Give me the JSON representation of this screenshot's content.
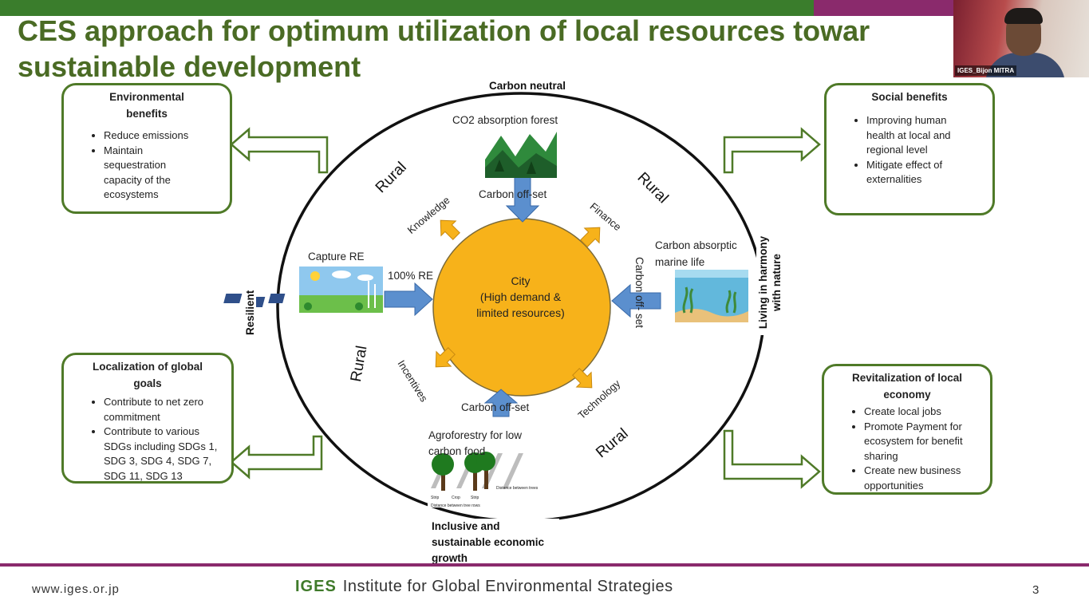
{
  "title": "CES approach for optimum utilization of local resources towar sustainable development",
  "video": {
    "participant_name": "IGES_Bijon MITRA"
  },
  "boxes": {
    "env": {
      "title": "Environmental benefits",
      "items": [
        "Reduce emissions",
        "Maintain sequestration capacity of the ecosystems"
      ]
    },
    "social": {
      "title": "Social benefits",
      "items": [
        "Improving human health at local and regional level",
        "Mitigate effect of externalities"
      ]
    },
    "local": {
      "title": "Localization of global goals",
      "items": [
        "Contribute to net zero commitment",
        "Contribute to various SDGs including SDGs 1, SDG 3, SDG 4, SDG 7, SDG 11, SDG 13"
      ]
    },
    "revital": {
      "title": "Revitalization of local economy",
      "items": [
        "Create local jobs",
        "Promote Payment for ecosystem for benefit sharing",
        "Create new business opportunities"
      ]
    }
  },
  "ring": {
    "top": "Carbon neutral",
    "left": "Resilient",
    "right": "Living in harmony with nature",
    "bottom": "Inclusive and sustainable economic growth"
  },
  "rural": [
    "Rural",
    "Rural",
    "Rural",
    "Rural"
  ],
  "city": {
    "line1": "City",
    "line2": "(High demand &",
    "line3": "limited resources)"
  },
  "flows": {
    "forest": "CO2 absorption forest",
    "offset_top": "Carbon off-set",
    "capture": "Capture RE",
    "re100": "100% RE",
    "marine": "Carbon absorptic marine life",
    "offset_right": "Carbon off- set",
    "offset_bottom": "Carbon off-set",
    "agro": "Agroforestry for low carbon food"
  },
  "spokes": {
    "knowledge": "Knowledge",
    "finance": "Finance",
    "incentives": "Incentives",
    "technology": "Technology"
  },
  "agro_labels": {
    "strip1": "Strip",
    "crop": "Crop",
    "strip2": "Strip",
    "distance_trees": "Distance between trees",
    "distance_rows": "Distance between tree rows"
  },
  "footer": {
    "url": "www.iges.or.jp",
    "logo": "IGES",
    "org": "Institute for Global Environmental Strategies",
    "page": "3"
  },
  "colors": {
    "green": "#4f7a28",
    "orange": "#f7b21a",
    "blue": "#5b8fce",
    "purple": "#8a2a6c"
  }
}
